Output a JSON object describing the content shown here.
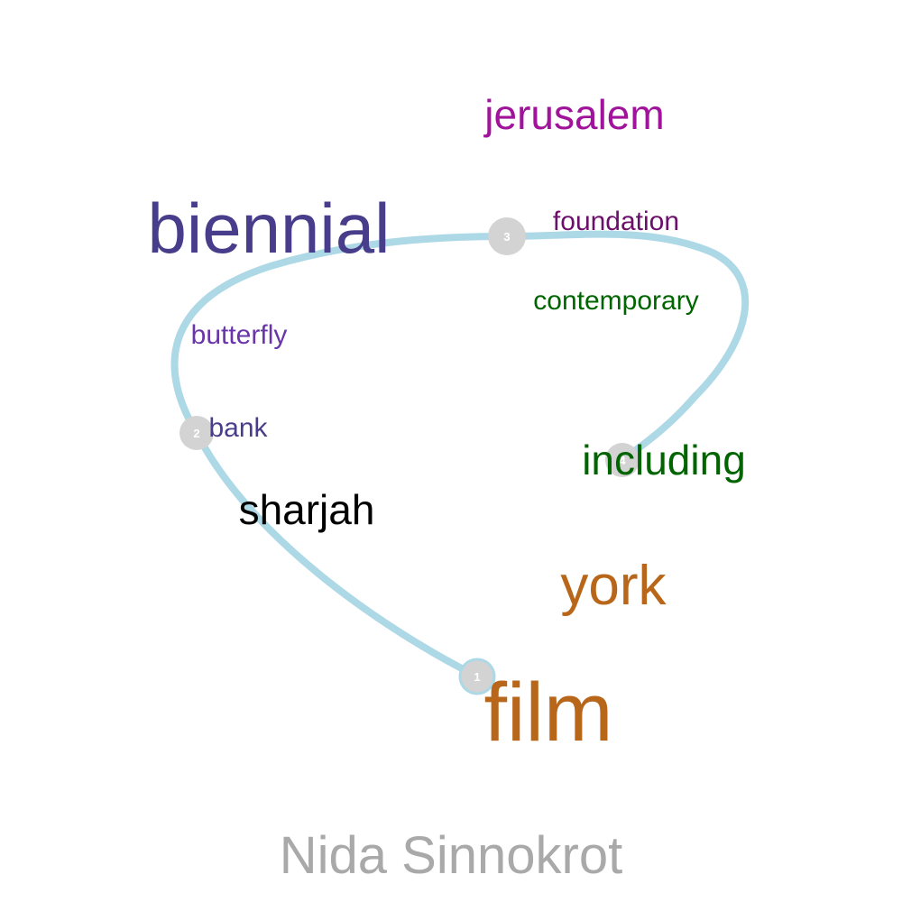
{
  "title": "Nida Sinnokrot",
  "colors": {
    "path": "#ADD8E6",
    "marker": "#D3D3D3",
    "title": "#A9A9A9"
  },
  "words": [
    {
      "text": "jerusalem",
      "color": "#A0139B"
    },
    {
      "text": "biennial",
      "color": "#483D8B"
    },
    {
      "text": "foundation",
      "color": "#6B0F6B"
    },
    {
      "text": "contemporary",
      "color": "#006400"
    },
    {
      "text": "butterfly",
      "color": "#6A35A8"
    },
    {
      "text": "bank",
      "color": "#483D8B"
    },
    {
      "text": "including",
      "color": "#006400"
    },
    {
      "text": "sharjah",
      "color": "#000000"
    },
    {
      "text": "york",
      "color": "#B8661A"
    },
    {
      "text": "film",
      "color": "#B8661A"
    }
  ],
  "markers": [
    {
      "label": "1"
    },
    {
      "label": "2"
    },
    {
      "label": "3"
    },
    {
      "label": "4"
    }
  ]
}
